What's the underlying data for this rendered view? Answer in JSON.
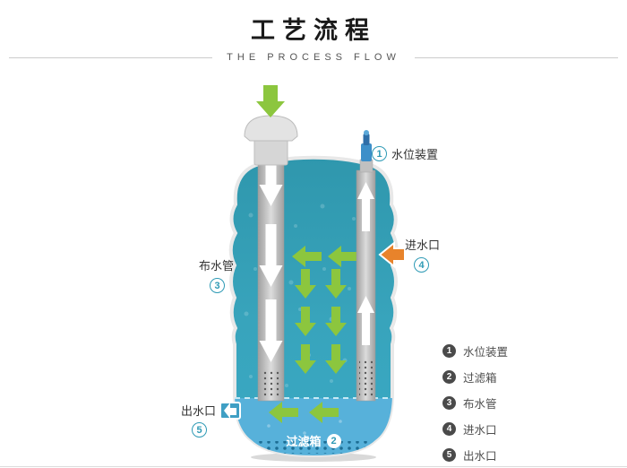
{
  "header": {
    "title": "工艺流程",
    "subtitle": "THE PROCESS FLOW"
  },
  "diagram": {
    "callouts": {
      "water_level": {
        "num": "1",
        "label": "水位装置"
      },
      "filter_box": {
        "num": "2",
        "label": "过滤箱"
      },
      "distribution_pipe": {
        "num": "3",
        "label": "布水管"
      },
      "inlet": {
        "num": "4",
        "label": "进水口"
      },
      "outlet": {
        "num": "5",
        "label": "出水口"
      }
    },
    "legend": [
      {
        "num": "1",
        "label": "水位装置"
      },
      {
        "num": "2",
        "label": "过滤箱"
      },
      {
        "num": "3",
        "label": "布水管"
      },
      {
        "num": "4",
        "label": "进水口"
      },
      {
        "num": "5",
        "label": "出水口"
      }
    ]
  },
  "colors": {
    "water_teal_top": "#2f97ad",
    "water_teal_bottom": "#3aa9c4",
    "water_bottom_zone_blue": "#57b1da",
    "arrow_green": "#8cc63e",
    "inlet_orange": "#e8832b",
    "pipe_gray": "#dcdcdc",
    "callout_teal": "#2e9ab5",
    "legend_circle_dark": "#4a4a4a"
  }
}
